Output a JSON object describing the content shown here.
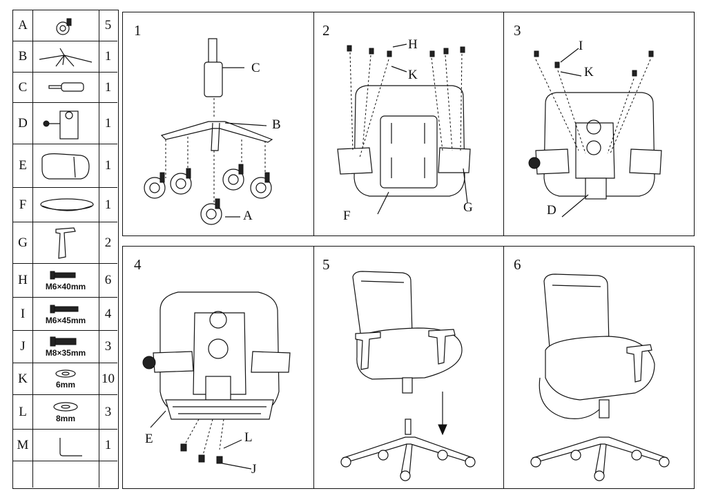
{
  "parts": [
    {
      "letter": "A",
      "spec": "",
      "qty": "5",
      "icon": "caster-wheel"
    },
    {
      "letter": "B",
      "spec": "",
      "qty": "1",
      "icon": "five-star-base"
    },
    {
      "letter": "C",
      "spec": "",
      "qty": "1",
      "icon": "gas-cylinder"
    },
    {
      "letter": "D",
      "spec": "",
      "qty": "1",
      "icon": "tilt-mechanism"
    },
    {
      "letter": "E",
      "spec": "",
      "qty": "1",
      "icon": "backrest"
    },
    {
      "letter": "F",
      "spec": "",
      "qty": "1",
      "icon": "seat-cushion"
    },
    {
      "letter": "G",
      "spec": "",
      "qty": "2",
      "icon": "armrest"
    },
    {
      "letter": "H",
      "spec": "M6×40mm",
      "qty": "6",
      "icon": "bolt"
    },
    {
      "letter": "I",
      "spec": "M6×45mm",
      "qty": "4",
      "icon": "bolt"
    },
    {
      "letter": "J",
      "spec": "M8×35mm",
      "qty": "3",
      "icon": "bolt"
    },
    {
      "letter": "K",
      "spec": "6mm",
      "qty": "10",
      "icon": "washer"
    },
    {
      "letter": "L",
      "spec": "8mm",
      "qty": "3",
      "icon": "washer"
    },
    {
      "letter": "M",
      "spec": "",
      "qty": "1",
      "icon": "hex-key"
    },
    {
      "letter": "",
      "spec": "",
      "qty": "",
      "icon": ""
    }
  ],
  "steps": [
    {
      "num": "1",
      "callouts": [
        "C",
        "B",
        "A"
      ]
    },
    {
      "num": "2",
      "callouts": [
        "H",
        "K",
        "F",
        "G"
      ]
    },
    {
      "num": "3",
      "callouts": [
        "I",
        "K",
        "D"
      ]
    },
    {
      "num": "4",
      "callouts": [
        "E",
        "L",
        "J"
      ]
    },
    {
      "num": "5",
      "callouts": []
    },
    {
      "num": "6",
      "callouts": []
    }
  ]
}
